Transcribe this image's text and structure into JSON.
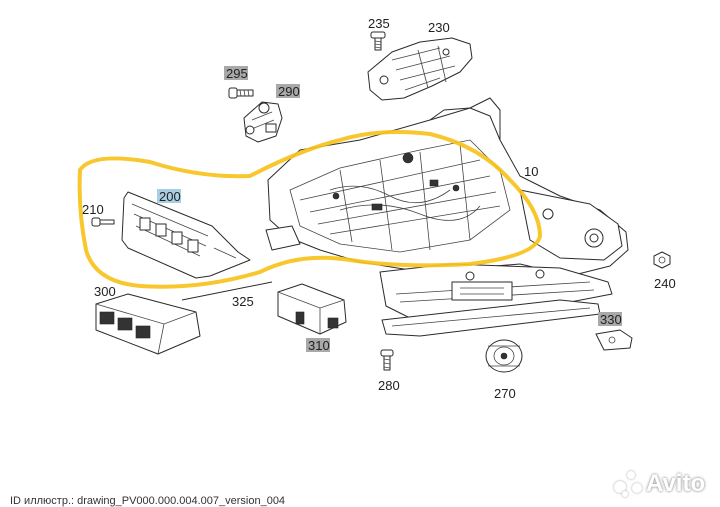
{
  "diagram": {
    "parts": [
      {
        "id": "235",
        "boxed": false
      },
      {
        "id": "230",
        "boxed": false
      },
      {
        "id": "295",
        "boxed": true
      },
      {
        "id": "290",
        "boxed": true
      },
      {
        "id": "200",
        "boxed": true
      },
      {
        "id": "10",
        "boxed": false
      },
      {
        "id": "210",
        "boxed": false
      },
      {
        "id": "300",
        "boxed": false
      },
      {
        "id": "325",
        "boxed": false
      },
      {
        "id": "310",
        "boxed": true
      },
      {
        "id": "330",
        "boxed": true
      },
      {
        "id": "240",
        "boxed": false
      },
      {
        "id": "280",
        "boxed": false
      },
      {
        "id": "270",
        "boxed": false
      }
    ],
    "highlight_color": "#f7c21c",
    "label_box_color": "#a9a9a9",
    "selected_label_color": "#a9cde3"
  },
  "footer": {
    "caption": "ID иллюстр.: drawing_PV000.000.004.007_version_004"
  },
  "watermark": {
    "text": "Avito"
  }
}
